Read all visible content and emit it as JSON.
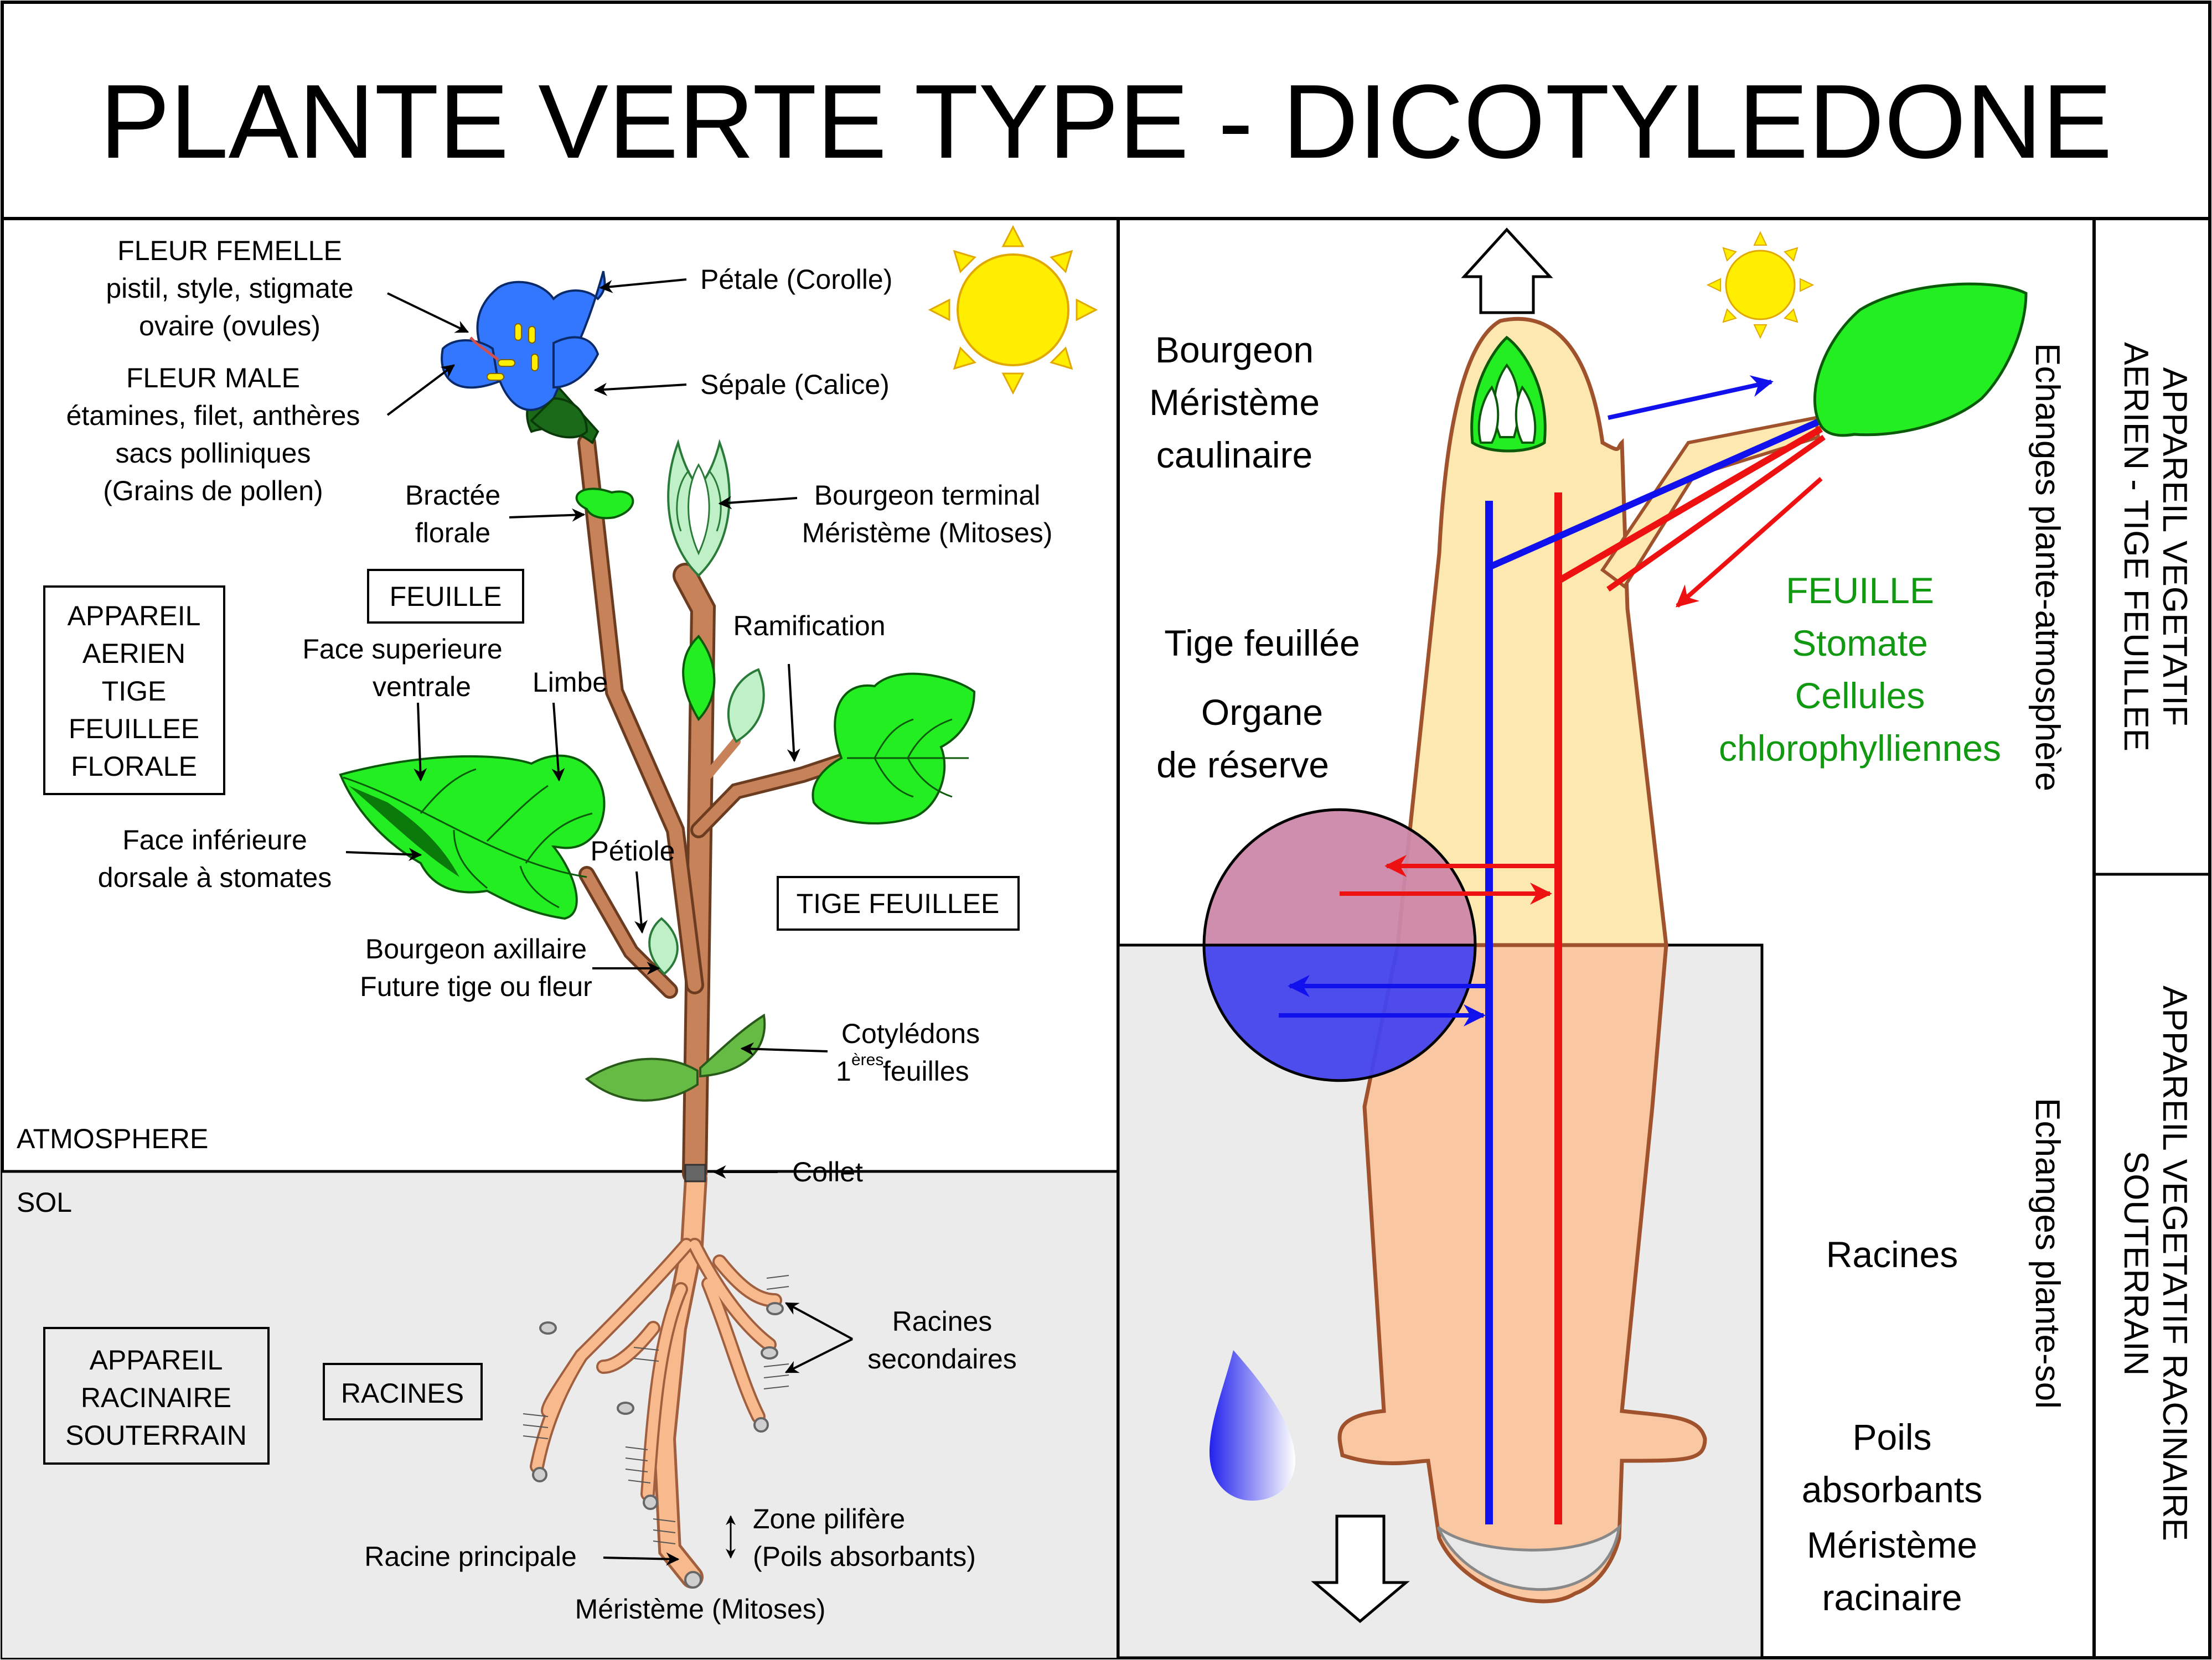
{
  "title": "PLANTE VERTE TYPE - DICOTYLEDONE",
  "colors": {
    "leaf_green": "#22ee22",
    "dark_green": "#0a7a0a",
    "flower_blue": "#3377ff",
    "stem_brown": "#c8825a",
    "root_peach": "#f8b98c",
    "plant_cream": "#fde8b0",
    "root_zone": "#f9c7a2",
    "soil_grey": "#ebebeb",
    "sap_blue": "#1111ee",
    "sap_red": "#ee1111",
    "sun_yellow": "#ffee00",
    "label_green": "#119911",
    "reserve_pink": "#cc88aa",
    "reserve_blue": "#4444ee"
  },
  "left": {
    "flower_female": [
      "FLEUR FEMELLE",
      "pistil, style, stigmate",
      "ovaire (ovules)"
    ],
    "flower_male": [
      "FLEUR MALE",
      "étamines, filet, anthères",
      "sacs polliniques",
      "(Grains de pollen)"
    ],
    "petal": "Pétale (Corolle)",
    "sepal": "Sépale (Calice)",
    "bract": [
      "Bractée",
      "florale"
    ],
    "terminal_bud": [
      "Bourgeon terminal",
      "Méristème (Mitoses)"
    ],
    "appareil_aerien_box": [
      "APPAREIL",
      "AERIEN",
      "TIGE",
      "FEUILLEE",
      "FLORALE"
    ],
    "feuille_box": "FEUILLE",
    "ramification": "Ramification",
    "upper_face": [
      "Face superieure",
      "ventrale"
    ],
    "limbe": "Limbe",
    "lower_face": [
      "Face inférieure",
      "dorsale à stomates"
    ],
    "petiole": "Pétiole",
    "tige_box": "TIGE FEUILLEE",
    "axillary_bud": [
      "Bourgeon axillaire",
      "Future tige ou fleur"
    ],
    "cotyledons": [
      "Cotylédons",
      "1",
      "ères",
      "feuilles"
    ],
    "atmosphere": "ATMOSPHERE",
    "sol": "SOL",
    "collet": "Collet",
    "racines_secondaires": [
      "Racines",
      "secondaires"
    ],
    "appareil_racinaire_box": [
      "APPAREIL",
      "RACINAIRE",
      "SOUTERRAIN"
    ],
    "racines_box": "RACINES",
    "zone_pilifere": [
      "Zone pilifère",
      "(Poils absorbants)"
    ],
    "racine_principale": "Racine principale",
    "meristeme": "Méristème (Mitoses)"
  },
  "right": {
    "bourgeon": [
      "Bourgeon",
      "Méristème",
      "caulinaire"
    ],
    "tige": [
      "Tige feuillée",
      "Organe",
      "de réserve"
    ],
    "feuille": [
      "FEUILLE",
      "Stomate",
      "Cellules",
      "chlorophylliennes"
    ],
    "echanges_atmosphere": "Echanges plante-atmosphère",
    "echanges_sol": "Echanges plante-sol",
    "racines": "Racines",
    "poils": [
      "Poils",
      "absorbants",
      "Méristème",
      "racinaire"
    ],
    "appareil_aerien": [
      "APPAREIL VEGETATIF",
      "AERIEN - TIGE FEUILLEE"
    ],
    "appareil_souterrain": [
      "APPAREIL VEGETATIF RACINAIRE",
      "SOUTERRAIN"
    ]
  }
}
